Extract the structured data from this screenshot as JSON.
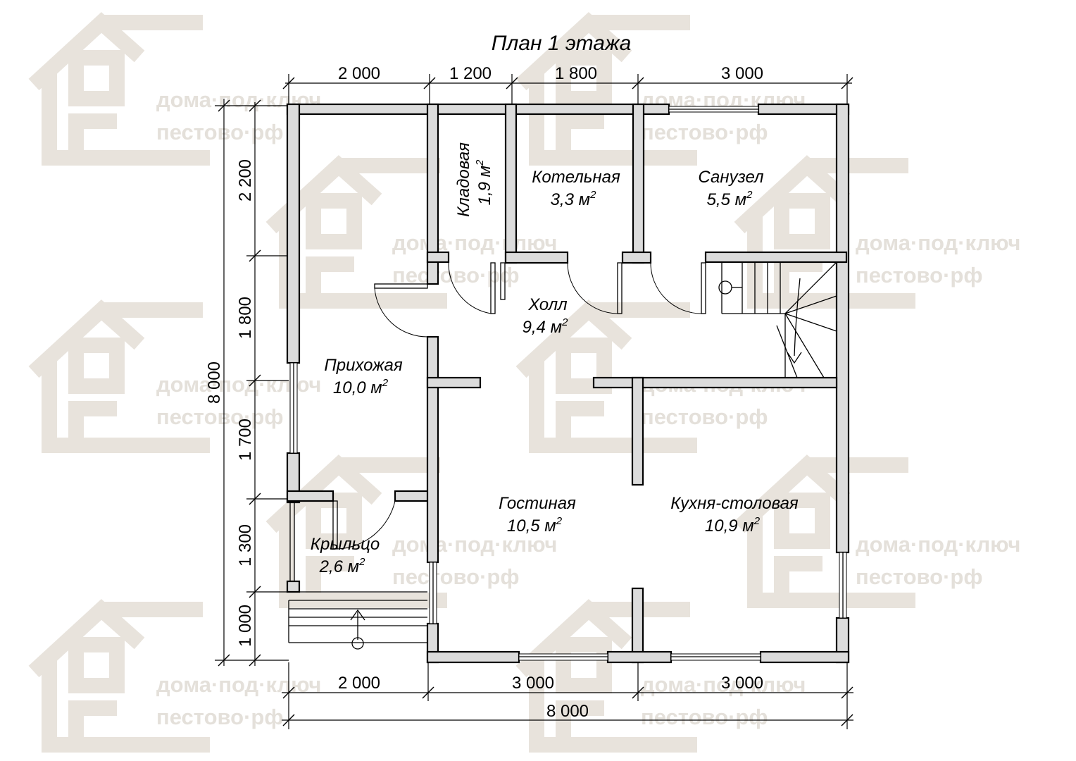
{
  "title": "План 1 этажа",
  "watermark": {
    "line1": "дома·под·ключ",
    "line2": "пестово·рф"
  },
  "dimensions": {
    "top": [
      "2 000",
      "1 200",
      "1 800",
      "3 000"
    ],
    "left": [
      "2 200",
      "1 800",
      "1 700",
      "1 300",
      "1 000"
    ],
    "left_total": "8 000",
    "bottom": [
      "2 000",
      "3 000",
      "3 000"
    ],
    "bottom_total": "8 000"
  },
  "rooms": {
    "storage": {
      "name": "Кладовая",
      "area": "1,9 м",
      "unit_sup": "2"
    },
    "boiler": {
      "name": "Котельная",
      "area": "3,3 м",
      "unit_sup": "2"
    },
    "bathroom": {
      "name": "Санузел",
      "area": "5,5 м",
      "unit_sup": "2"
    },
    "hall": {
      "name": "Холл",
      "area": "9,4 м",
      "unit_sup": "2"
    },
    "entrance": {
      "name": "Прихожая",
      "area": "10,0 м",
      "unit_sup": "2"
    },
    "living": {
      "name": "Гостиная",
      "area": "10,5 м",
      "unit_sup": "2"
    },
    "kitchen": {
      "name": "Кухня-столовая",
      "area": "10,9 м",
      "unit_sup": "2"
    },
    "porch": {
      "name": "Крыльцо",
      "area": "2,6 м",
      "unit_sup": "2"
    }
  },
  "colors": {
    "wall_fill": "#dcdcdc",
    "line": "#000000",
    "watermark": "#e4e0da"
  }
}
